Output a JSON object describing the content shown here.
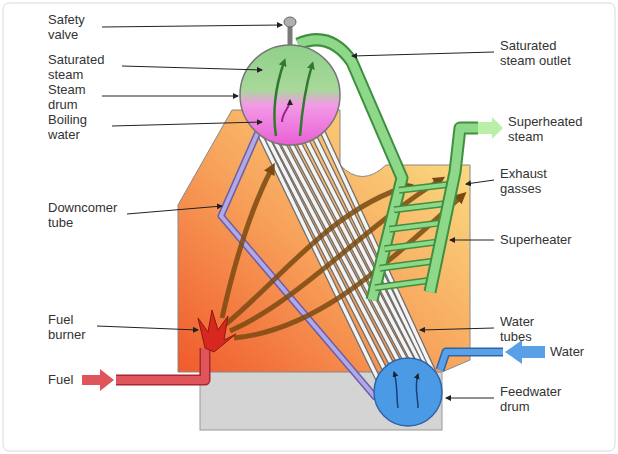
{
  "diagram": {
    "labels": [
      "Safety valve",
      "Saturated steam",
      "Steam drum",
      "Boiling water",
      "Downcomer tube",
      "Fuel burner",
      "Fuel",
      "Saturated steam outlet",
      "Superheated steam",
      "Exhaust gasses",
      "Superheater",
      "Water tubes",
      "Water",
      "Feedwater drum"
    ]
  }
}
